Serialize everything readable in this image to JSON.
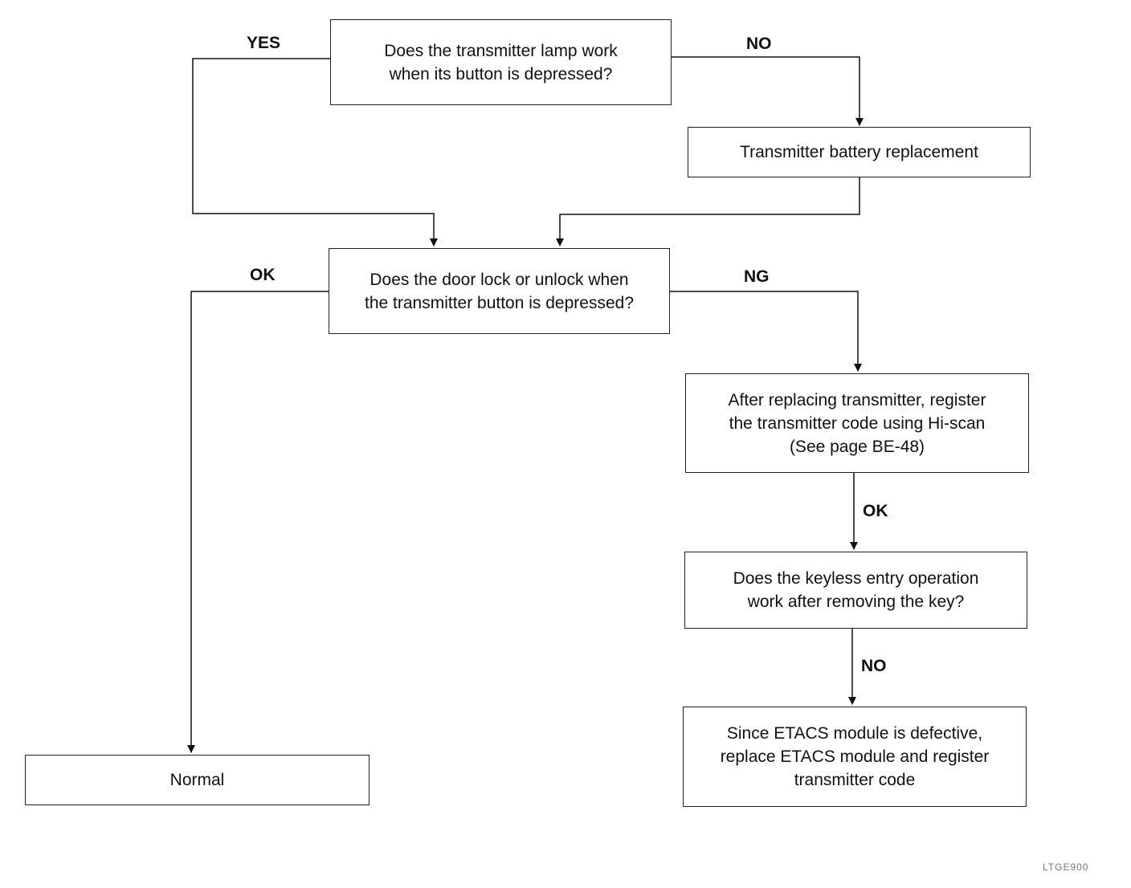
{
  "boxes": {
    "lamp_question": "Does the transmitter lamp work\nwhen its button is depressed?",
    "battery_replacement": "Transmitter battery replacement",
    "door_question": "Does the door lock or unlock when\nthe transmitter button is depressed?",
    "replace_transmitter": "After replacing transmitter, register\nthe transmitter code using Hi-scan\n(See page BE-48)",
    "keyless_question": "Does the keyless entry operation\nwork after removing the key?",
    "etacs_defective": "Since ETACS module is defective,\nreplace ETACS module and register\ntransmitter code",
    "normal": "Normal"
  },
  "labels": {
    "lamp_yes": "YES",
    "lamp_no": "NO",
    "door_ok": "OK",
    "door_ng": "NG",
    "replace_ok": "OK",
    "keyless_no": "NO"
  },
  "figure_code": "LTGE900"
}
